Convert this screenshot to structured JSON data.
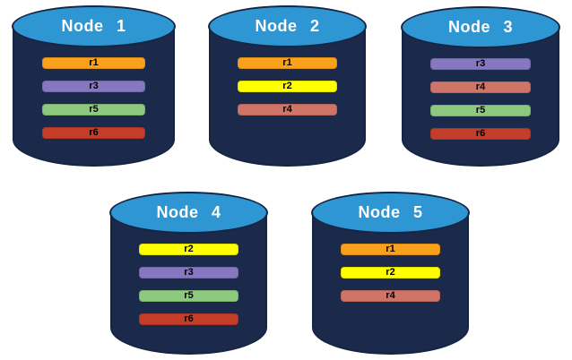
{
  "colors": {
    "cylinder_body": "#1B2A4B",
    "cylinder_outline": "#152442",
    "cylinder_top": "#2E96D3",
    "title_text": "#FFFFFF",
    "bar_text": "#000000",
    "replicas": {
      "r1": "#F9A11B",
      "r2": "#FFFF00",
      "r3": "#8677C1",
      "r4": "#CF7568",
      "r5": "#8CC87E",
      "r6": "#C33D28"
    }
  },
  "nodes": [
    {
      "label": "Node 1",
      "replicas": [
        "r1",
        "r3",
        "r5",
        "r6"
      ]
    },
    {
      "label": "Node 2",
      "replicas": [
        "r1",
        "r2",
        "r4"
      ]
    },
    {
      "label": "Node 3",
      "replicas": [
        "r3",
        "r4",
        "r5",
        "r6"
      ]
    },
    {
      "label": "Node 4",
      "replicas": [
        "r2",
        "r3",
        "r5",
        "r6"
      ]
    },
    {
      "label": "Node 5",
      "replicas": [
        "r1",
        "r2",
        "r4"
      ]
    }
  ]
}
